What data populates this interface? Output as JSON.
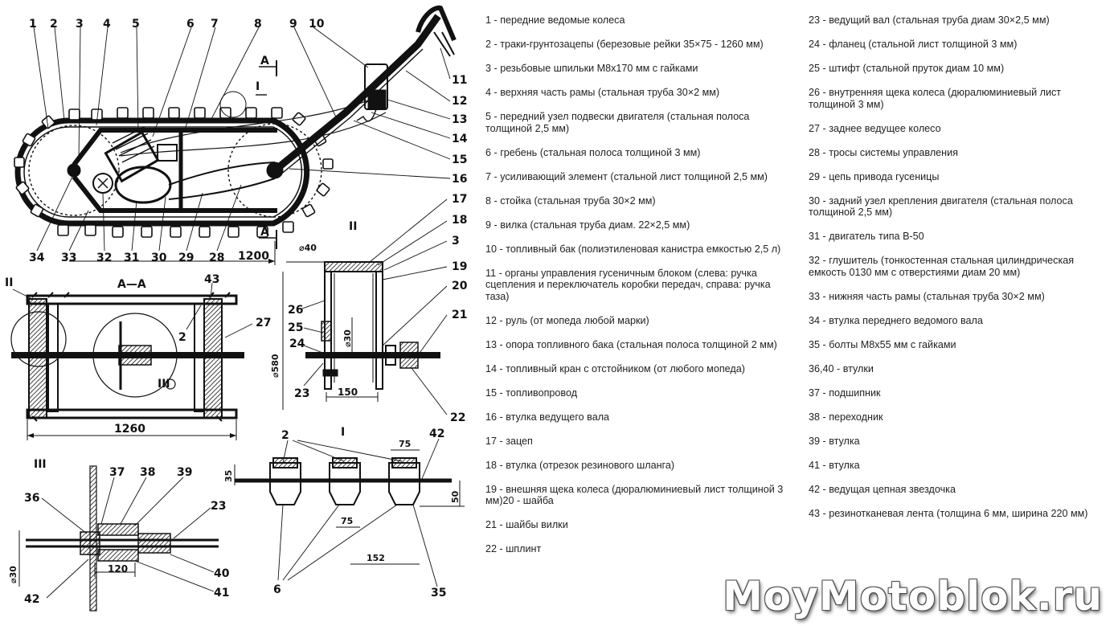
{
  "callouts_top": [
    "1",
    "2",
    "3",
    "4",
    "5",
    "6",
    "7",
    "8",
    "9",
    "10"
  ],
  "callouts_right": [
    "11",
    "12",
    "13",
    "14",
    "15",
    "16"
  ],
  "callouts_bottom": [
    "34",
    "33",
    "32",
    "31",
    "30",
    "29",
    "28"
  ],
  "dim_main": "1200",
  "section_label": "А—А",
  "section_marks": {
    "a": "А",
    "one": "I",
    "two": "II",
    "three": "III"
  },
  "aa_callouts": {
    "c43": "43",
    "c2": "2",
    "c27": "27"
  },
  "aa_dim": "1260",
  "view2": {
    "callouts": [
      "17",
      "18",
      "3",
      "19",
      "20",
      "21",
      "22",
      "23",
      "24",
      "25",
      "26"
    ],
    "dim_40": "⌀40",
    "dim_30": "⌀30",
    "dim_580": "⌀580",
    "dim_150": "150"
  },
  "view3": {
    "callouts": [
      "36",
      "37",
      "38",
      "39",
      "23",
      "40",
      "41",
      "42"
    ],
    "dim_30": "⌀30",
    "dim_120": "120"
  },
  "view1": {
    "callouts": [
      "2",
      "42",
      "6",
      "35"
    ],
    "dim_35": "35",
    "dim_75a": "75",
    "dim_75b": "75",
    "dim_50": "50",
    "dim_152": "152"
  },
  "legend_left": [
    "1 - передние ведомые колеса",
    "2 - траки-грунтозацепы (березовые рейки 35×75 - 1260 мм)",
    "3 - резьбовые шпильки М8х170 мм с гайками",
    "4 - верхняя часть рамы (стальная труба 30×2 мм)",
    "5 - передний узел подвески двигателя (стальная полоса толщиной 2,5 мм)",
    "6 - гребень (стальная полоса толщиной 3 мм)",
    "7 - усиливающий элемент (стальной лист толщиной 2,5 мм)",
    "8 - стойка (стальная труба 30×2 мм)",
    "9 - вилка (стальная труба диам. 22×2,5 мм)",
    "10 - топливный бак (полиэтиленовая канистра емкостью 2,5 л)",
    "11 - органы управления гусеничным блоком (слева: ручка сцепления и переключатель коробки передач, справа: ручка таза)",
    "12 - руль (от мопеда любой марки)",
    "13 - опора топливного бака (стальная полоса толщиной 2 мм)",
    "14 - топливный кран с отстойником (от любого мопеда)",
    "15 - топливопровод",
    "16 - втулка ведущего вала",
    "17 - зацеп",
    "18 - втулка (отрезок резинового шланга)",
    "19 - внешняя щека колеса (дюралюминиевый лист толщиной 3 мм)20 - шайба",
    "21 - шайбы вилки",
    "22 - шплинт"
  ],
  "legend_right": [
    "23 - ведущий вал (стальная труба диам 30×2,5 мм)",
    "24 - фланец (стальной лист толщиной 3 мм)",
    "25 - штифт (стальной пруток диам 10 мм)",
    "26 - внутренняя щека колеса (дюралюминиевый лист толщиной 3 мм)",
    "27 - заднее ведущее колесо",
    "28 - тросы системы управления",
    "29 - цепь привода гусеницы",
    "30 - задний узел крепления двигателя (стальная полоса толщиной 2,5 мм)",
    "31 - двигатель типа В-50",
    "32 - глушитель (тонкостенная стальная цилиндрическая емкость 0130 мм с отверстиями диам 20 мм)",
    "33 - нижняя часть рамы (стальная труба 30×2 мм)",
    "34 - втулка переднего ведомого вала",
    "35 - болты М8х55 мм с гайками",
    "36,40 - втулки",
    "37 - подшипник",
    "38 - переходник",
    "39 - втулка",
    "41 - втулка",
    "42 - ведущая цепная звездочка",
    "43 - резинотканевая лента (толщина 6 мм, ширина 220 мм)"
  ],
  "watermark": "MoyMotoblok.ru"
}
